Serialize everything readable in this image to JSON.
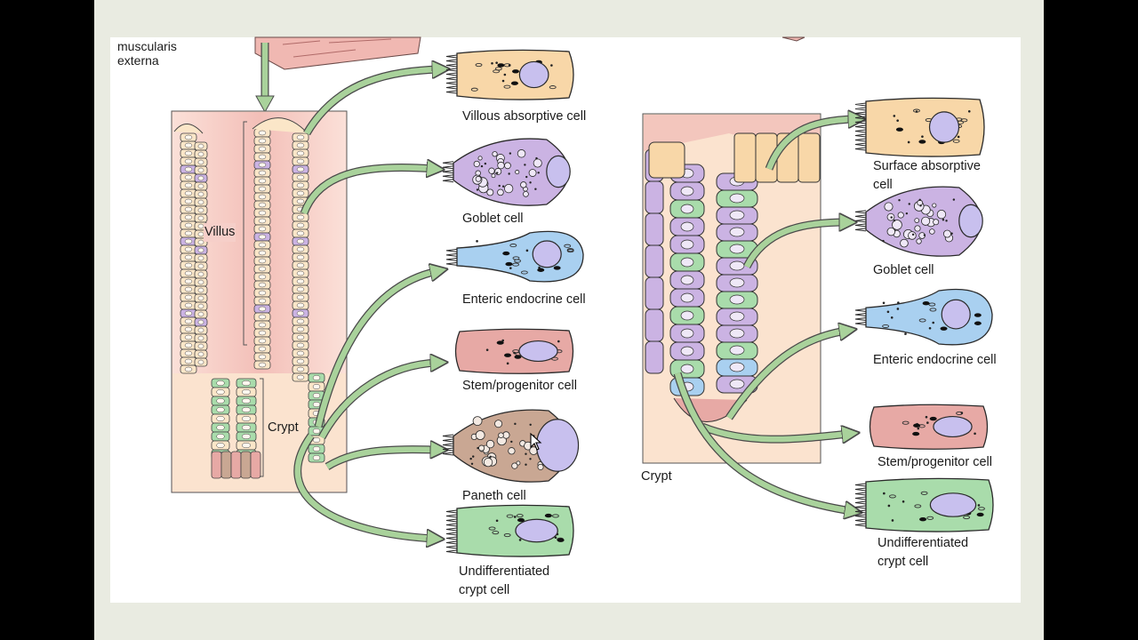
{
  "colors": {
    "background": "#000000",
    "slide": "#e9ebe1",
    "figure": "#ffffff",
    "villus_tissue": "#f3c2bc",
    "crypt_tissue": "#fbe3cf",
    "arrow": "#a9d29b",
    "absorptive": "#f8d7a8",
    "goblet": "#cbb3e3",
    "endocrine": "#a9d0f0",
    "stem": "#e7a9a5",
    "paneth": "#c9a793",
    "undifferentiated": "#a9dcab",
    "nucleus": "#c8c0ee"
  },
  "left": {
    "muscularis_label": "muscularis\nexterna",
    "villus_label": "Villus",
    "crypt_label": "Crypt",
    "cells": [
      {
        "type": "absorptive",
        "icon": "absorptive-cell-icon",
        "label": "Villous absorptive cell"
      },
      {
        "type": "goblet",
        "icon": "goblet-cell-icon",
        "label": "Goblet cell"
      },
      {
        "type": "endocrine",
        "icon": "enteric-endocrine-cell-icon",
        "label": "Enteric endocrine cell"
      },
      {
        "type": "stem",
        "icon": "stem-progenitor-cell-icon",
        "label": "Stem/progenitor cell"
      },
      {
        "type": "paneth",
        "icon": "paneth-cell-icon",
        "label": "Paneth cell"
      },
      {
        "type": "undifferentiated",
        "icon": "undifferentiated-crypt-cell-icon",
        "label": "Undifferentiated\ncrypt cell"
      }
    ]
  },
  "right": {
    "crypt_label": "Crypt",
    "cells": [
      {
        "type": "absorptive",
        "icon": "absorptive-cell-icon",
        "label": "Surface absorptive\ncell"
      },
      {
        "type": "goblet",
        "icon": "goblet-cell-icon",
        "label": "Goblet cell"
      },
      {
        "type": "endocrine",
        "icon": "enteric-endocrine-cell-icon",
        "label": "Enteric endocrine cell"
      },
      {
        "type": "stem",
        "icon": "stem-progenitor-cell-icon",
        "label": "Stem/progenitor cell"
      },
      {
        "type": "undifferentiated",
        "icon": "undifferentiated-crypt-cell-icon",
        "label": "Undifferentiated\ncrypt cell"
      }
    ]
  },
  "cursor_icon": "mouse-pointer-icon"
}
